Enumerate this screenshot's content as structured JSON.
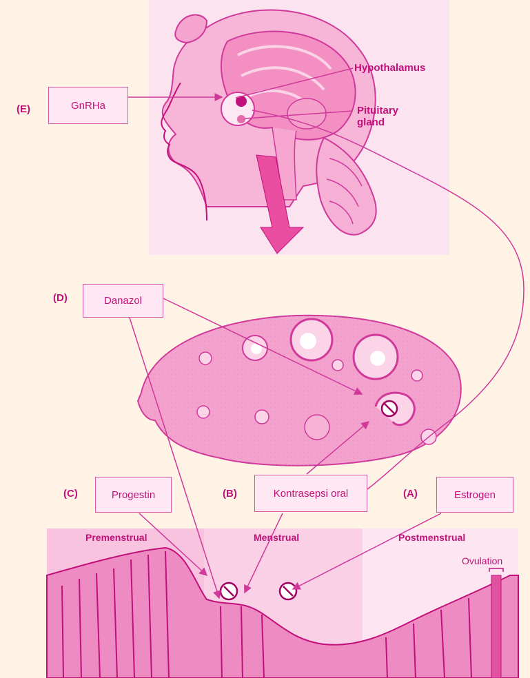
{
  "brain": {
    "hypothalamus_label": "Hypothalamus",
    "pituitary_label_line1": "Pituitary",
    "pituitary_label_line2": "gland"
  },
  "treatments": [
    {
      "tag": "(E)",
      "label": "GnRHa"
    },
    {
      "tag": "(D)",
      "label": "Danazol"
    },
    {
      "tag": "(C)",
      "label": "Progestin"
    },
    {
      "tag": "(B)",
      "label": "Kontrasepsi oral"
    },
    {
      "tag": "(A)",
      "label": "Estrogen"
    }
  ],
  "phases": [
    "Premenstrual",
    "Menstrual",
    "Postmenstrual"
  ],
  "ovulation_label": "Ovulation",
  "colors": {
    "background": "#fff3e6",
    "accent": "#c2107a",
    "tissue": "#ee8fc4",
    "box_fill": "#ffe8f4"
  }
}
